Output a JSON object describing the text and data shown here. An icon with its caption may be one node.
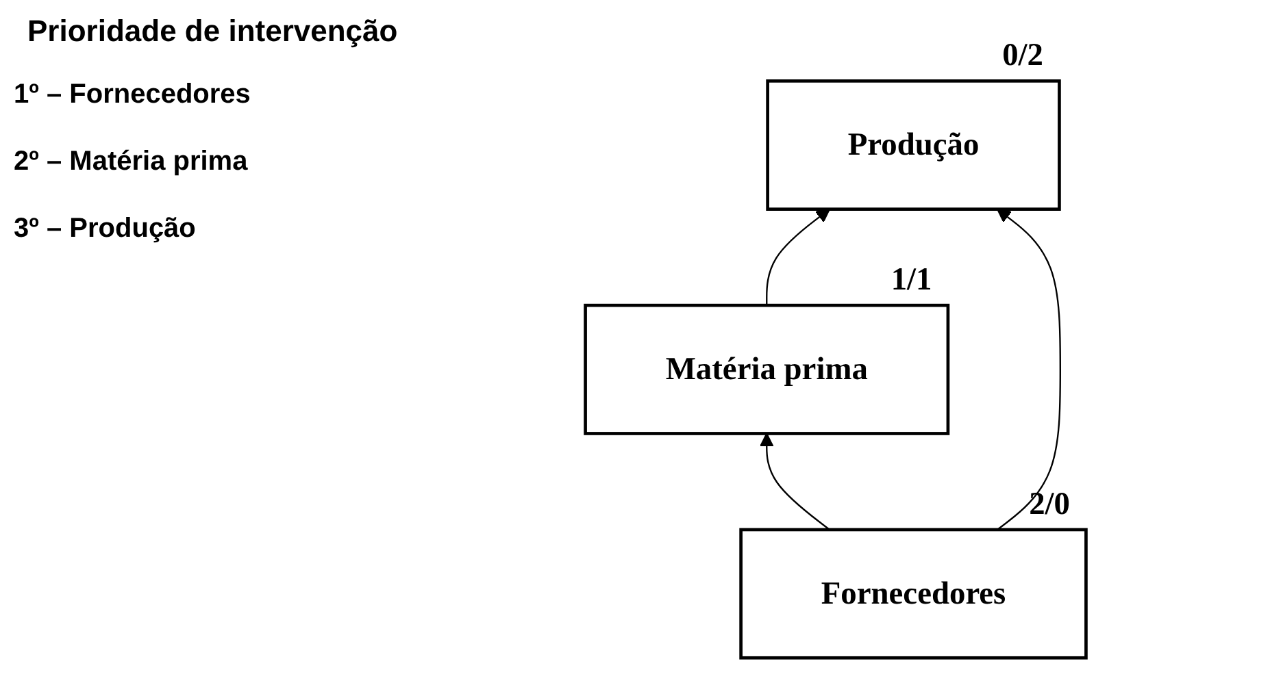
{
  "diagram": {
    "title": "Prioridade de intervenção",
    "nodes": [
      {
        "text": [
          "Produção"
        ],
        "beside": [
          "0/2"
        ]
      },
      {
        "text": [
          "Matéria prima"
        ],
        "beside": [
          "1/1"
        ]
      },
      {
        "text": [
          "Fornecedores"
        ],
        "beside": [
          "2/0"
        ]
      }
    ],
    "edges": [
      {
        "from": 1,
        "to": 0,
        "arrow": "to"
      },
      {
        "from": 2,
        "to": 0,
        "arrow": "to"
      },
      {
        "from": 2,
        "to": 1,
        "arrow": "to"
      }
    ],
    "labels": [
      "1º – Fornecedores",
      "2º – Matéria prima",
      "3º – Produção"
    ]
  }
}
